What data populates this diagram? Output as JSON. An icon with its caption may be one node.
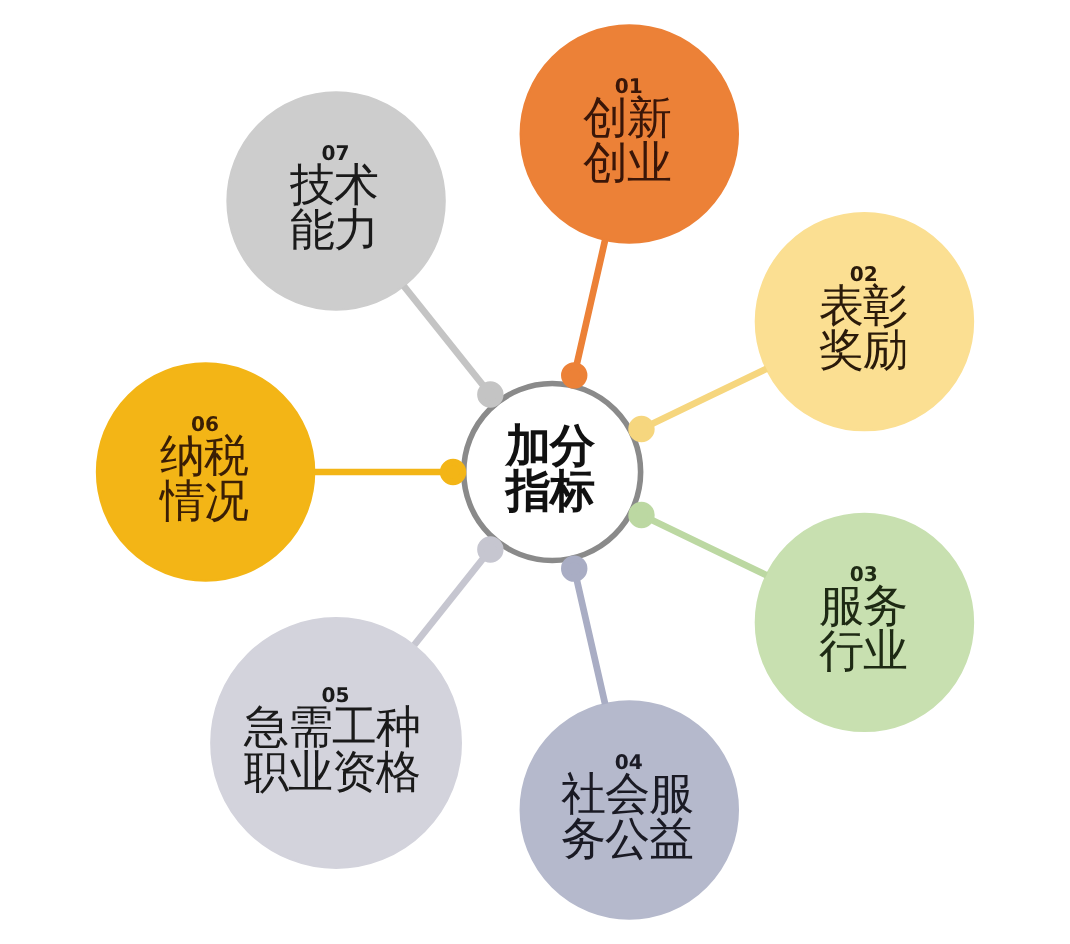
{
  "diagram": {
    "nodes": [
      {
        "text": [
          "加分指标"
        ]
      },
      {
        "text": [
          "01",
          "创新创业"
        ]
      },
      {
        "text": [
          "02",
          "表彰奖励"
        ]
      },
      {
        "text": [
          "03",
          "服务行业"
        ]
      },
      {
        "text": [
          "04",
          "社会服务公益"
        ]
      },
      {
        "text": [
          "05",
          "急需工种职业资格"
        ]
      },
      {
        "text": [
          "06",
          "纳税情况"
        ]
      },
      {
        "text": [
          "07",
          "技术能力"
        ]
      }
    ],
    "edges": [
      {
        "from": 0,
        "to": 1,
        "arrow": "other",
        "color": "#ec8137"
      },
      {
        "from": 0,
        "to": 2,
        "arrow": "other",
        "color": "#f6d67e"
      },
      {
        "from": 0,
        "to": 3,
        "arrow": "other",
        "color": "#bcd8a2"
      },
      {
        "from": 0,
        "to": 4,
        "arrow": "other",
        "color": "#a9adc4"
      },
      {
        "from": 0,
        "to": 5,
        "arrow": "other",
        "color": "#c6c6d0"
      },
      {
        "from": 0,
        "to": 6,
        "arrow": "other",
        "color": "#f3b516"
      },
      {
        "from": 0,
        "to": 7,
        "arrow": "other",
        "color": "#c4c4c4"
      }
    ]
  }
}
